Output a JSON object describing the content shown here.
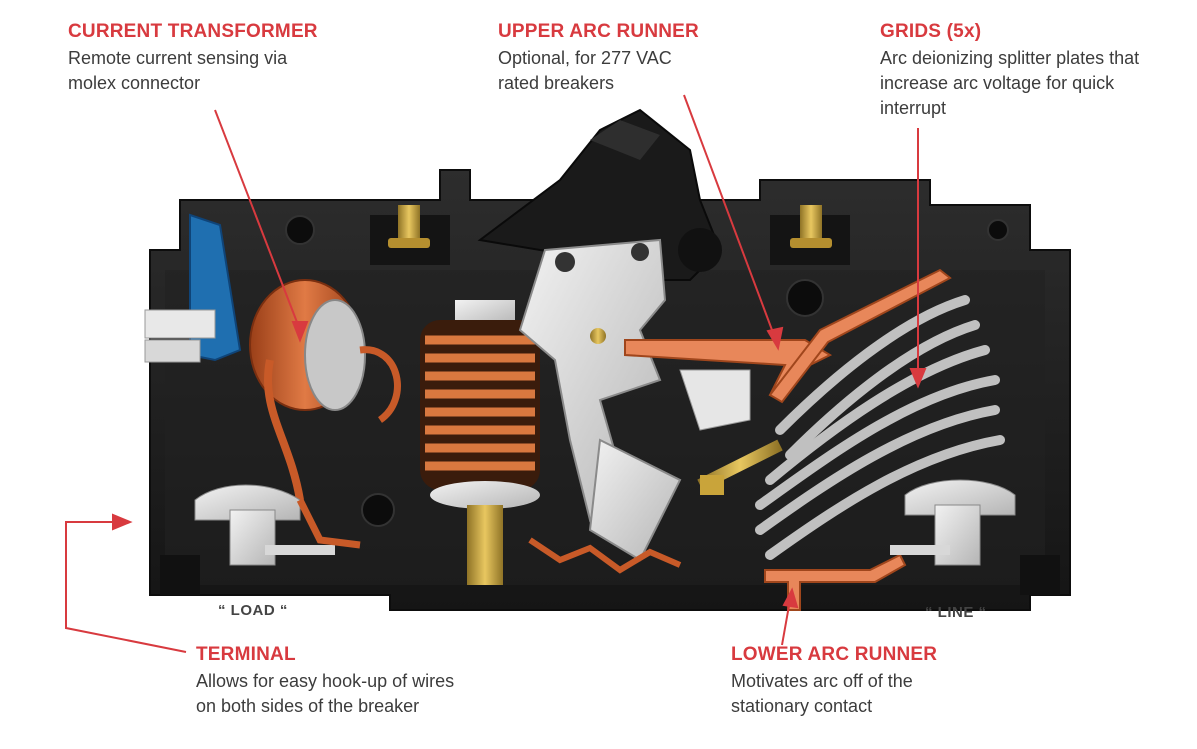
{
  "callouts": {
    "current_transformer": {
      "title": "CURRENT TRANSFORMER",
      "line1": "Remote current sensing via",
      "line2": "molex connector"
    },
    "upper_arc_runner": {
      "title": "UPPER ARC RUNNER",
      "line1": "Optional, for 277 VAC",
      "line2": "rated breakers"
    },
    "grids": {
      "title": "GRIDS (5x)",
      "line1": "Arc deionizing splitter plates that",
      "line2": "increase arc voltage for quick",
      "line3": "interrupt"
    },
    "terminal": {
      "title": "TERMINAL",
      "line1": "Allows for easy hook-up of wires",
      "line2": "on both sides of the breaker"
    },
    "lower_arc_runner": {
      "title": "LOWER ARC RUNNER",
      "line1": "Motivates arc off of the",
      "line2": "stationary contact"
    }
  },
  "labels": {
    "load": "“ LOAD “",
    "line": "“ LINE “"
  },
  "colors": {
    "accent_red": "#d83a3f",
    "body_text": "#3c3c3c",
    "housing": "#1e1e1e",
    "copper": "#c85a28",
    "blue_connector": "#1f6fb0",
    "brass": "#c9a43a"
  }
}
